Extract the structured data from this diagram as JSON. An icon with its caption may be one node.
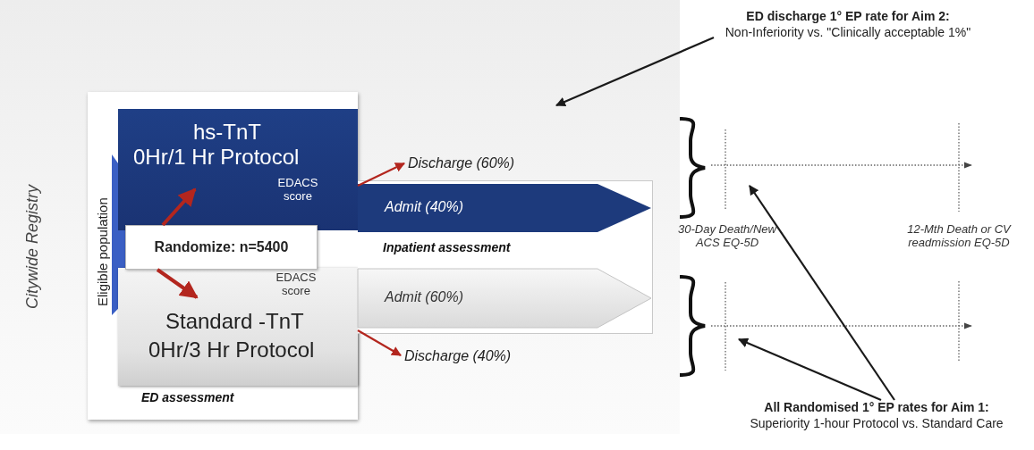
{
  "diagram": {
    "nodes": [
      {
        "text": [
          "ED assessment"
        ]
      },
      {
        "text": [
          "Eligible population"
        ],
        "in": 0
      },
      {
        "text": [
          "hs-TnT",
          "0Hr/1 Hr Protocol",
          "EDACS score"
        ],
        "in": 0
      },
      {
        "text": [
          "EDACS score",
          "Standard -TnT",
          "0Hr/3 Hr Protocol"
        ],
        "in": 0
      },
      {
        "text": [
          "Randomize: n=5400"
        ],
        "in": 0
      },
      {
        "text": [
          "Inpatient assessment"
        ]
      },
      {
        "text": [
          "Admit (40%)"
        ],
        "in": 5
      },
      {
        "text": [
          "Admit (60%)"
        ],
        "in": 5
      },
      {
        "text": [
          "Discharge (60%)"
        ]
      },
      {
        "text": [
          "Discharge (40%)"
        ]
      },
      {
        "text": [
          "ED discharge 1° EP rate for Aim 2:",
          "Non-Inferiority vs. \"Clinically acceptable 1%\""
        ]
      },
      {
        "text": [
          "All Randomised 1° EP rates for Aim 1:",
          "Superiority 1-hour Protocol vs. Standard Care"
        ]
      }
    ],
    "edges": [
      {
        "from": 4,
        "to": 2,
        "arrow": "to",
        "style": "thick"
      },
      {
        "from": 4,
        "to": 3,
        "arrow": "to",
        "style": "thick"
      },
      {
        "from": 2,
        "to": 8,
        "arrow": "to"
      },
      {
        "from": 3,
        "to": 9,
        "arrow": "to"
      },
      {
        "from": 10,
        "to": null,
        "arrow": "to",
        "color": "#1a1a1a"
      },
      {
        "from": 11,
        "to": null,
        "arrow": "to",
        "color": "#1a1a1a"
      },
      {
        "from": 11,
        "to": null,
        "arrow": "to",
        "color": "#1a1a1a"
      }
    ],
    "labels": [
      "Citywide Registry",
      "30-Day Death/New ACS EQ-5D",
      "12-Mth Death or CV readmission EQ-5D"
    ]
  }
}
